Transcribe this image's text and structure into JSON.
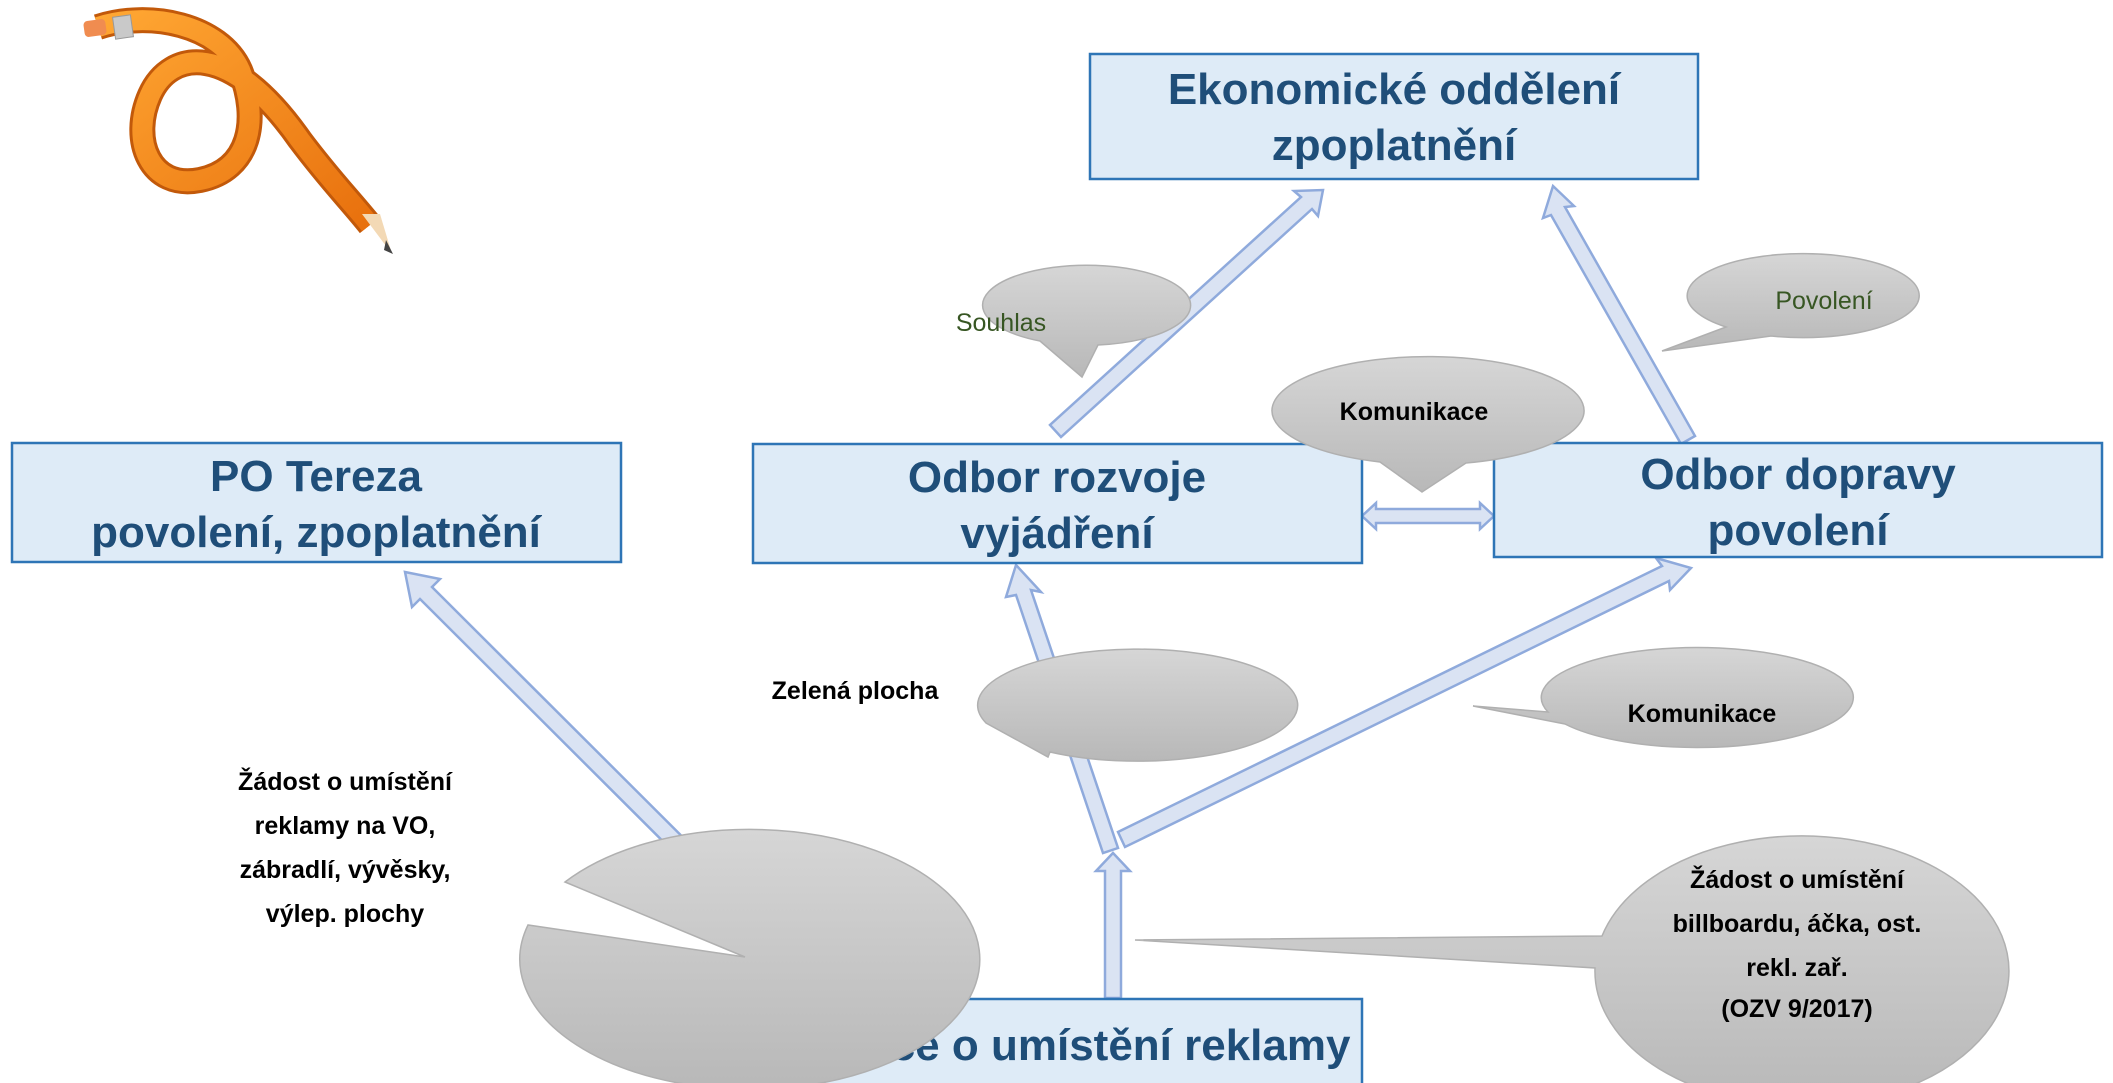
{
  "boxes": {
    "ekonomicke": {
      "line1": "Ekonomické oddělení",
      "line2": "zpoplatnění"
    },
    "po_tereza": {
      "line1": "PO Tereza",
      "line2": "povolení, zpoplatnění"
    },
    "odbor_rozvoje": {
      "line1": "Odbor rozvoje",
      "line2": "vyjádření"
    },
    "odbor_dopravy": {
      "line1": "Odbor dopravy",
      "line2": "povolení"
    },
    "zajemce": {
      "line1": "Zájemce o umístění reklamy"
    }
  },
  "bubbles": {
    "souhlas": {
      "text": "Souhlas"
    },
    "povoleni": {
      "text": "Povolení"
    },
    "komunikace_top": {
      "text": "Komunikace"
    },
    "zelena_plocha": {
      "text": "Zelená plocha"
    },
    "komunikace_right": {
      "text": "Komunikace"
    },
    "zadost_vo": {
      "lines": [
        "Žádost o umístění",
        "reklamy na VO,",
        "zábradlí, vývěsky,",
        "výlep. plochy"
      ]
    },
    "zadost_billboard": {
      "lines": [
        "Žádost o umístění",
        "billboardu, áčka, ost.",
        "rekl. zař.",
        "(OZV 9/2017)"
      ]
    }
  },
  "colors": {
    "box_fill": "#deebf7",
    "box_border": "#2e75b6",
    "box_text": "#1f4e79",
    "arrow_fill": "#dae3f3",
    "arrow_stroke": "#8faadc",
    "bubble_fill": "#c8c8c8",
    "green_text": "#375623",
    "pencil": "#f58a1f"
  },
  "icons": {
    "decoration": "bent-pencil-icon"
  }
}
